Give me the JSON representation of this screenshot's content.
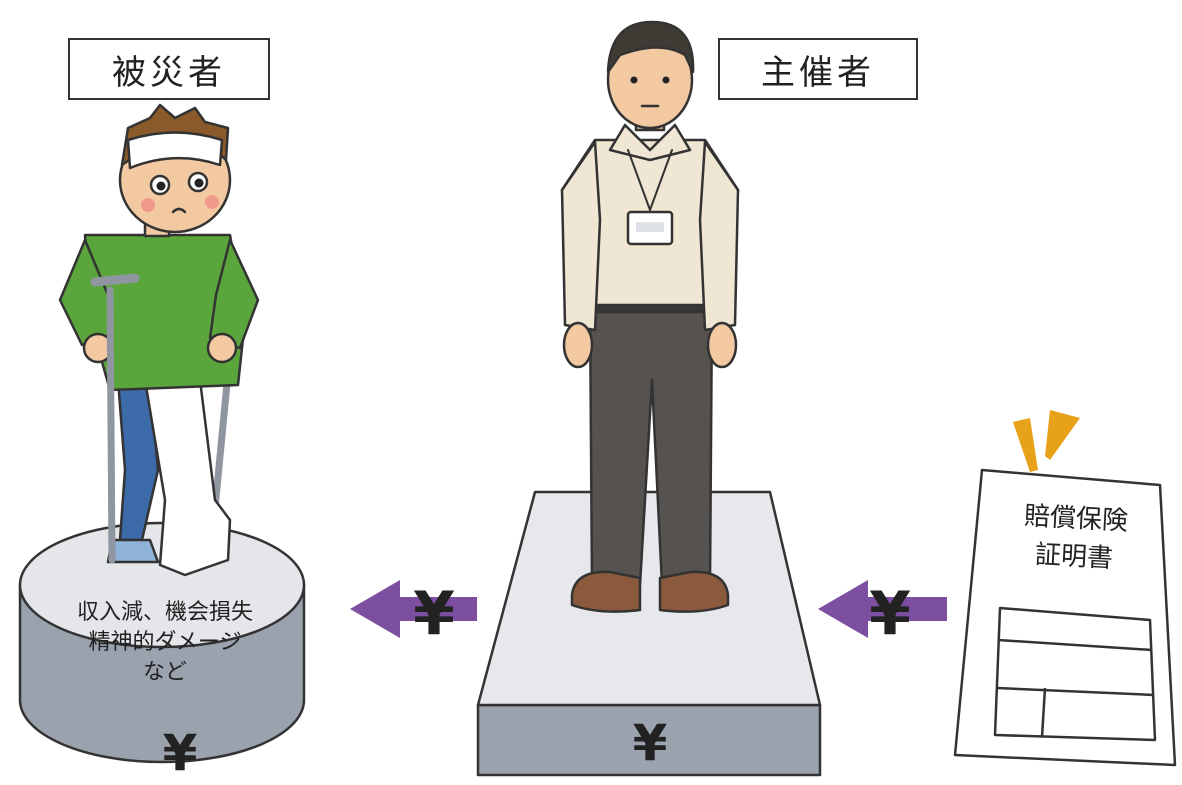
{
  "labels": {
    "victim": "被災者",
    "organizer": "主催者"
  },
  "victim_losses": {
    "line1": "収入減、機会損失",
    "line2": "精神的ダメージ",
    "line3": "など"
  },
  "certificate": {
    "line1": "賠償保険",
    "line2": "証明書"
  },
  "symbols": {
    "yen": "¥"
  },
  "colors": {
    "arrow": "#7d4fa0",
    "shirt_green": "#5aa53c",
    "shirt_beige": "#efe6d3",
    "pants_gray": "#55524f",
    "platform_top": "#e6e8ec",
    "platform_side": "#9ba3af",
    "alert_orange": "#e8a21a"
  }
}
